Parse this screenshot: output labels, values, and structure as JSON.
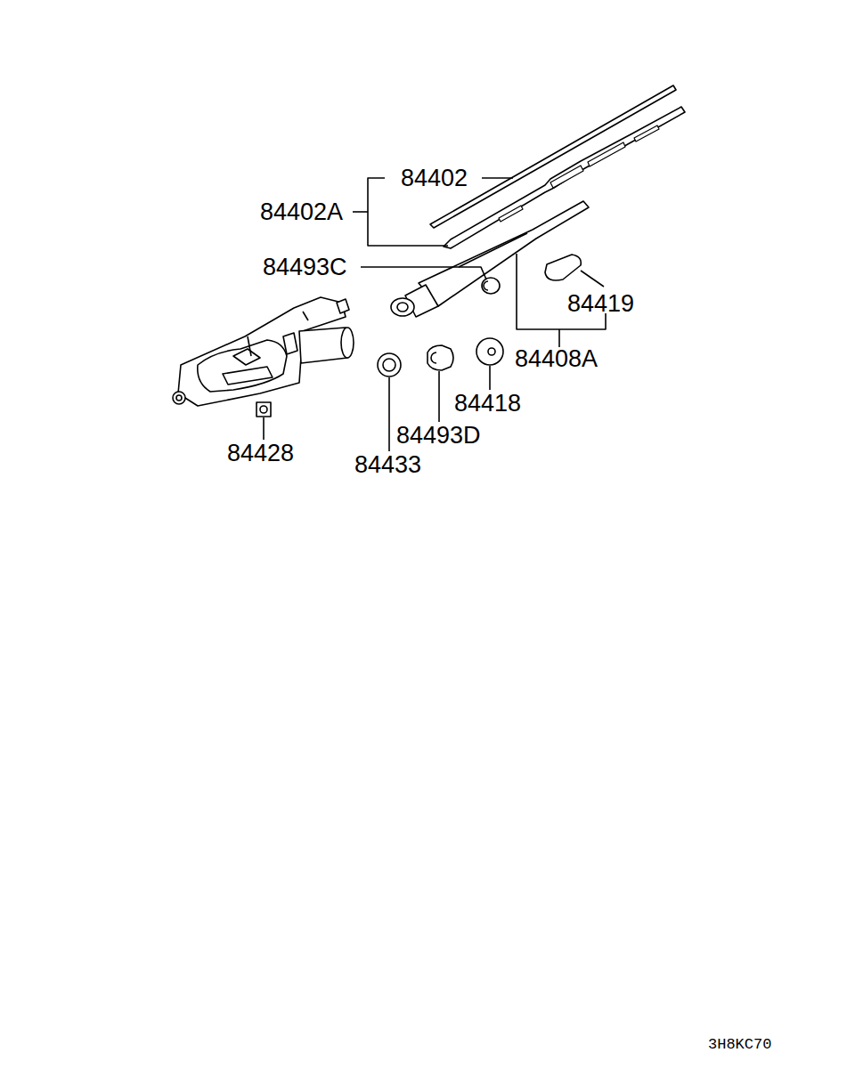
{
  "diagram": {
    "labels": [
      "84402",
      "84402A",
      "84493C",
      "84419",
      "84408A",
      "84418",
      "84493D",
      "84433",
      "84428",
      "3H8KC70"
    ]
  }
}
